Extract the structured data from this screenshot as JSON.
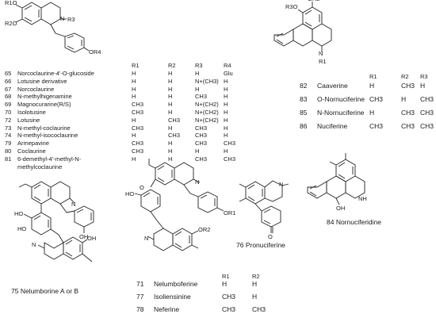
{
  "top_left_table": {
    "headers": [
      "R1",
      "R2",
      "R3",
      "R4"
    ],
    "rows": [
      {
        "num": "65",
        "name": "Norcoclaurine-4'-O-glucoside",
        "r": [
          "H",
          "H",
          "H",
          "Glu"
        ]
      },
      {
        "num": "66",
        "name": "Lotusine derivative",
        "r": [
          "H",
          "H",
          "N+(CH3)",
          "H"
        ]
      },
      {
        "num": "67",
        "name": "Norcoclaurine",
        "r": [
          "H",
          "H",
          "H",
          "H"
        ]
      },
      {
        "num": "68",
        "name": "N-methylhigenamine",
        "r": [
          "H",
          "H",
          "CH3",
          "H"
        ]
      },
      {
        "num": "69",
        "name": "Magnocurarine(R/S)",
        "r": [
          "CH3",
          "H",
          "N+(CH2)",
          "H"
        ]
      },
      {
        "num": "70",
        "name": "Isolotusine",
        "r": [
          "CH3",
          "H",
          "N+(CH2)",
          "H"
        ]
      },
      {
        "num": "72",
        "name": "Lotusine",
        "r": [
          "H",
          "CH3",
          "N+(CH2)",
          "H"
        ]
      },
      {
        "num": "73",
        "name": "N-methyl-coclaurine",
        "r": [
          "CH3",
          "H",
          "CH3",
          "H"
        ]
      },
      {
        "num": "74",
        "name": "N-methyl-isococlaurine",
        "r": [
          "H",
          "CH3",
          "CH3",
          "H"
        ]
      },
      {
        "num": "79",
        "name": "Armepavine",
        "r": [
          "CH3",
          "H",
          "CH3",
          "CH3"
        ]
      },
      {
        "num": "80",
        "name": "Coclaurine",
        "r": [
          "CH3",
          "H",
          "H",
          "H"
        ]
      },
      {
        "num": "81",
        "name": "6-demethyl-4'-methyl-N-",
        "name2": "methylcoclaurine",
        "r": [
          "H",
          "H",
          "CH3",
          "CH3"
        ]
      }
    ]
  },
  "top_right_table": {
    "headers": [
      "R1",
      "R2",
      "R3"
    ],
    "rows": [
      {
        "num": "82",
        "name": "Caaverine",
        "r": [
          "H",
          "CH3",
          "H"
        ]
      },
      {
        "num": "83",
        "name": "O-Nornuciferine",
        "r": [
          "CH3",
          "H",
          "CH3"
        ]
      },
      {
        "num": "85",
        "name": "N-Nornuciferine",
        "r": [
          "H",
          "CH3",
          "CH3"
        ]
      },
      {
        "num": "86",
        "name": "Nuciferine",
        "r": [
          "CH3",
          "CH3",
          "CH3"
        ]
      }
    ]
  },
  "bottom_table": {
    "headers": [
      "R1",
      "R2"
    ],
    "rows": [
      {
        "num": "71",
        "name": "Nelumboferine",
        "r": [
          "H",
          "H"
        ]
      },
      {
        "num": "77",
        "name": "Isoliensinine",
        "r": [
          "CH3",
          "H"
        ]
      },
      {
        "num": "78",
        "name": "Neferine",
        "r": [
          "CH3",
          "CH3"
        ]
      }
    ]
  },
  "captions": {
    "c75": "75 Nelumborine A or B",
    "c76": "76 Pronuciferine",
    "c84": "84 Nornuciferidine"
  },
  "atoms": {
    "r1o": "R1O",
    "r2o": "R2O",
    "n_r3": "N",
    "r3": "R3",
    "or4": "OR4",
    "or2": "OR2",
    "r3o": "R3O",
    "n_r1": "N",
    "r1": "R1",
    "ho": "HO",
    "oh": "OH",
    "n": "N",
    "or1": "OR1",
    "o": "O",
    "nh": "NH"
  }
}
